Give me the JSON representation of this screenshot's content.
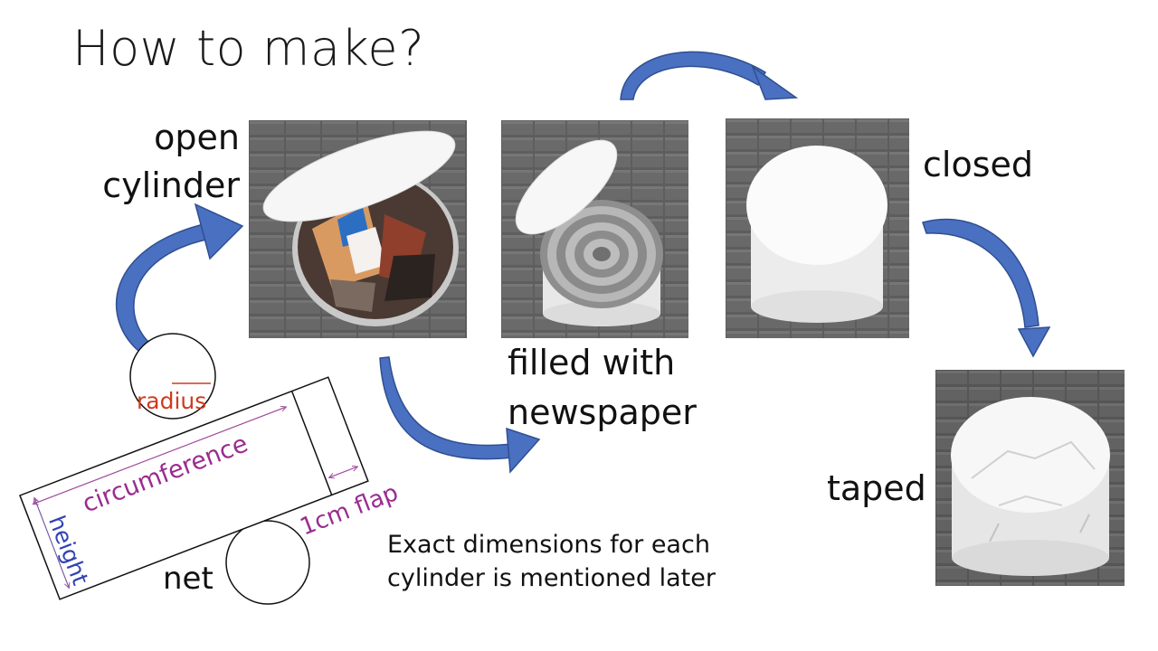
{
  "slide": {
    "title": "How to make?",
    "steps": {
      "open_line1": "open",
      "open_line2": "cylinder",
      "filled_line1": "filled with",
      "filled_line2": "newspaper",
      "closed": "closed",
      "taped": "taped"
    },
    "net": {
      "label": "net",
      "radius": "radius",
      "circumference": "circumference",
      "height": "height",
      "flap": "1cm flap"
    },
    "note_line1": "Exact dimensions for each",
    "note_line2": "cylinder is mentioned later",
    "colors": {
      "arrow_fill": "#4a70c1",
      "arrow_edge": "#2f4f92",
      "radius_text": "#d03a1e",
      "circumference_text": "#9a2c8e",
      "height_text": "#2f43b4"
    }
  }
}
